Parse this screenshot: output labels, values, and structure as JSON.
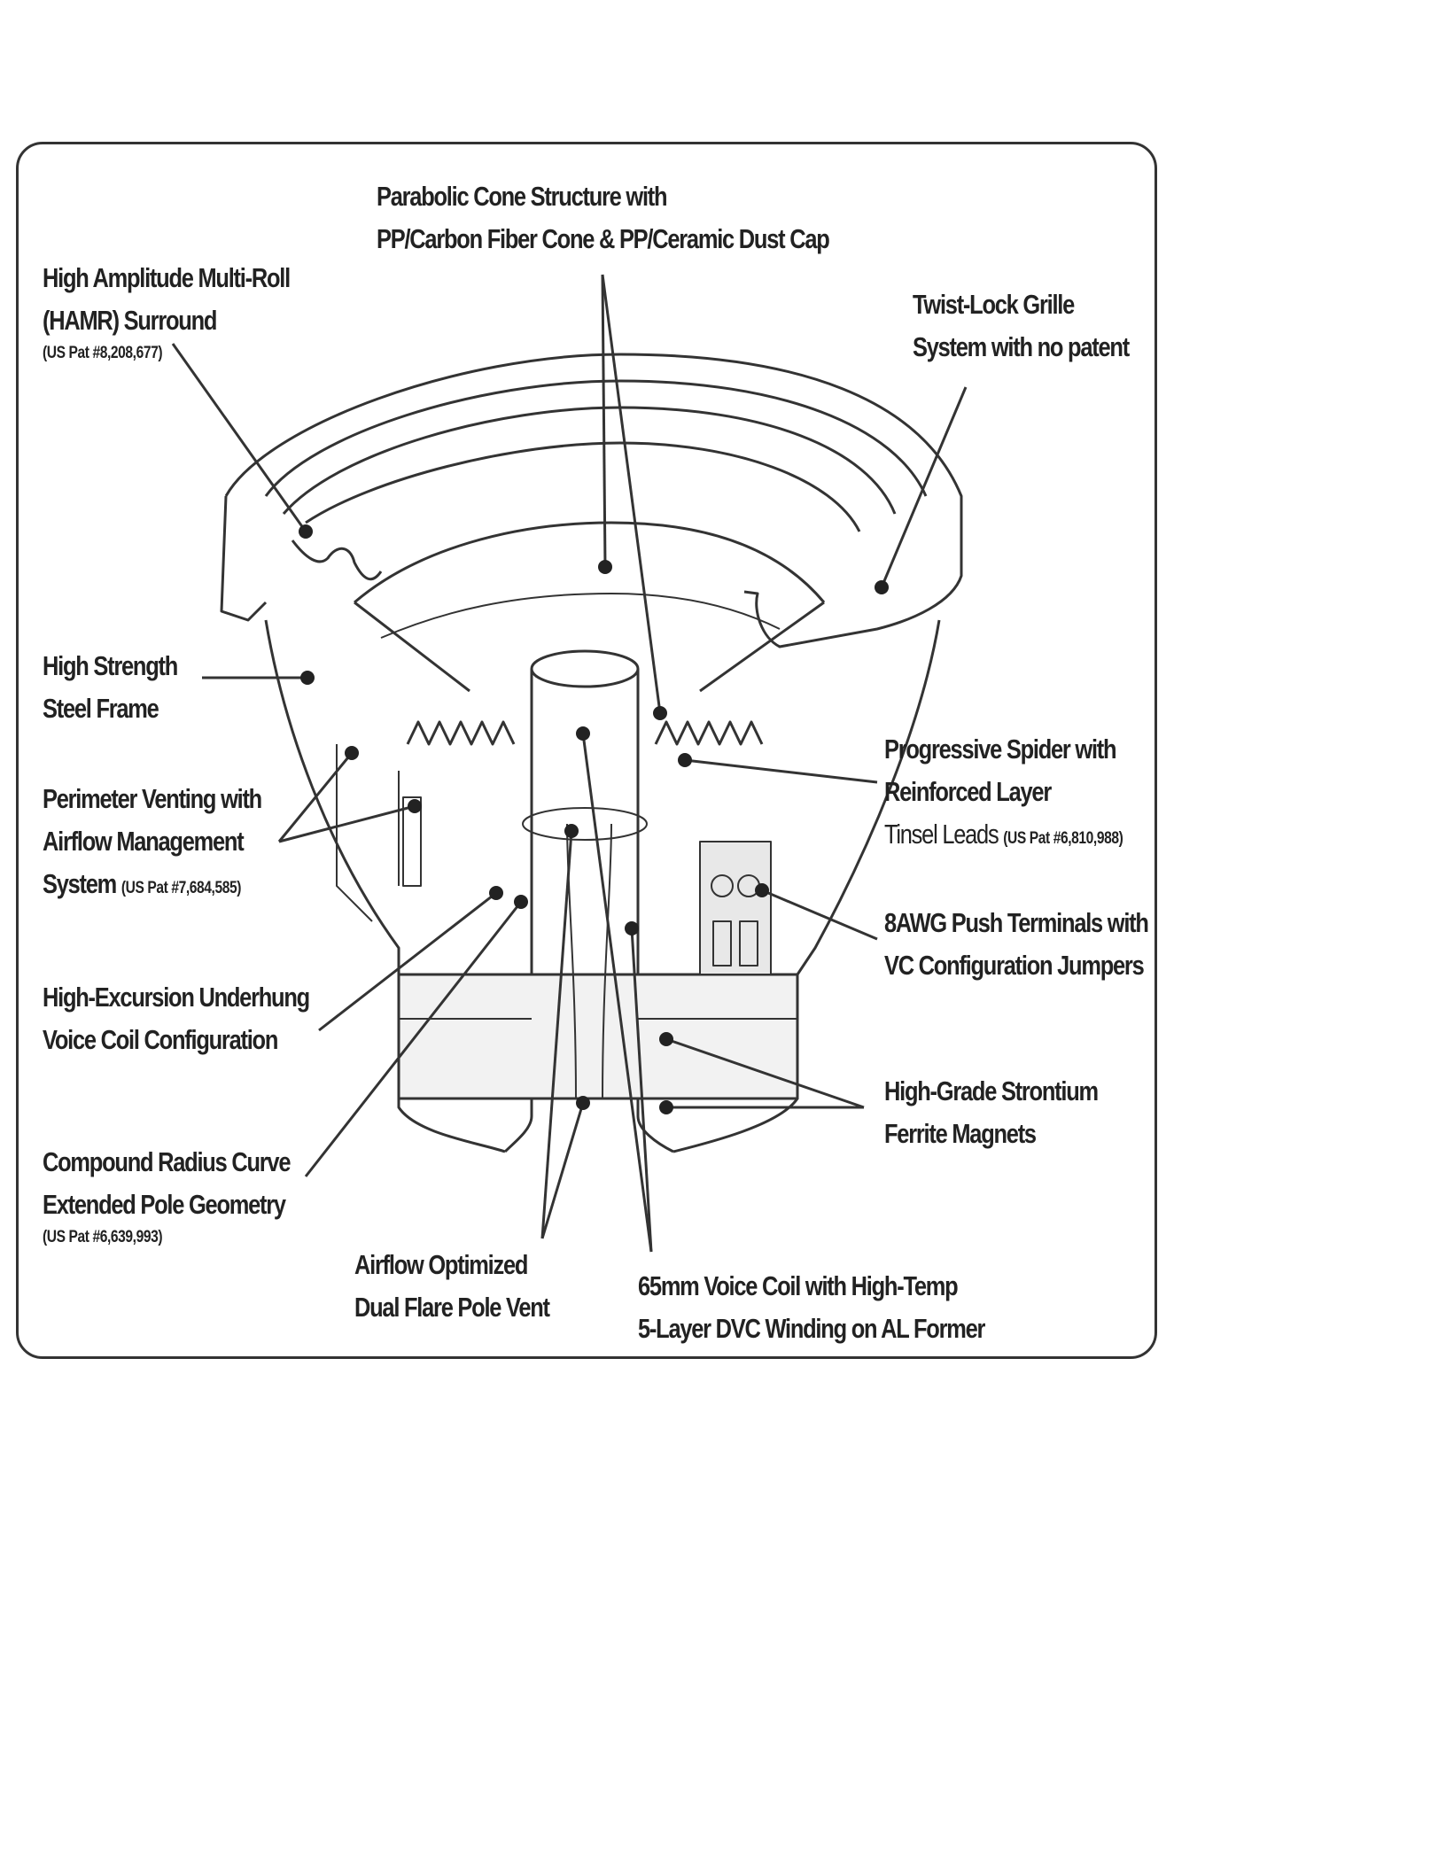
{
  "labels": {
    "cone": {
      "line1": "Parabolic Cone Structure with",
      "line2": "PP/Carbon Fiber Cone & PP/Ceramic Dust Cap"
    },
    "surround": {
      "line1": "High Amplitude Multi-Roll",
      "line2": "(HAMR) Surround",
      "patent": "(US Pat #8,208,677)"
    },
    "grille": {
      "line1": "Twist-Lock Grille",
      "line2": "System with no patent"
    },
    "frame": {
      "line1": "High Strength",
      "line2": "Steel Frame"
    },
    "venting": {
      "line1": "Perimeter Venting with",
      "line2": "Airflow Management",
      "line3": "System",
      "patent": "(US Pat #7,684,585)"
    },
    "spider": {
      "line1": "Progressive Spider with",
      "line2": "Reinforced Layer",
      "line3": "Tinsel Leads",
      "patent": "(US Pat #6,810,988)"
    },
    "terminals": {
      "line1": "8AWG Push Terminals with",
      "line2": "VC Configuration Jumpers"
    },
    "underhung": {
      "line1": "High-Excursion Underhung",
      "line2": "Voice Coil Configuration"
    },
    "magnets": {
      "line1": "High-Grade Strontium",
      "line2": "Ferrite Magnets"
    },
    "pole": {
      "line1": "Compound Radius Curve",
      "line2": "Extended Pole Geometry",
      "patent": "(US Pat #6,639,993)"
    },
    "pole_vent": {
      "line1": "Airflow Optimized",
      "line2": "Dual Flare Pole Vent"
    },
    "voice_coil": {
      "line1": "65mm Voice Coil  with High-Temp",
      "line2": "5-Layer DVC Winding on AL Former"
    }
  },
  "colors": {
    "ink": "#222222",
    "line": "#333333",
    "paper": "#ffffff",
    "shade": "#d8d8d8"
  }
}
